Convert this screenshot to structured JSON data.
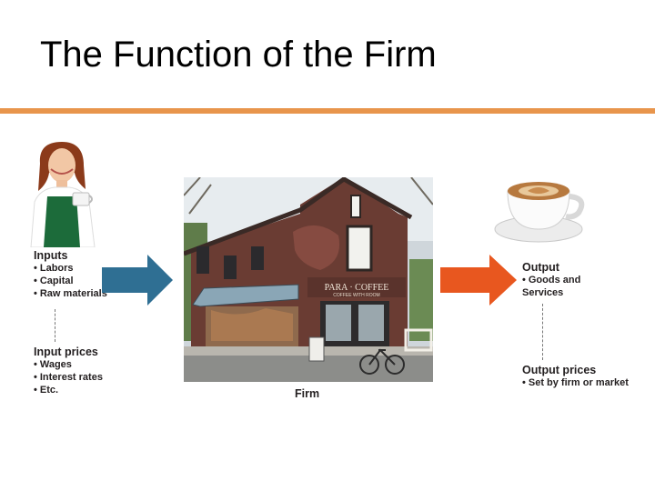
{
  "title": "The Function of the Firm",
  "colors": {
    "accent": "#e8954c",
    "input_arrow": "#2f6f93",
    "output_arrow": "#e8571f"
  },
  "inputs": {
    "heading": "Inputs",
    "items": [
      "Labors",
      "Capital",
      "Raw materials"
    ]
  },
  "input_prices": {
    "heading": "Input prices",
    "items": [
      "Wages",
      "Interest rates",
      "Etc."
    ]
  },
  "firm": {
    "caption": "Firm",
    "sign": "PARA · COFFEE",
    "subsign": "COFFEE WITH ROOM"
  },
  "output": {
    "heading": "Output",
    "items": [
      "Goods and Services"
    ]
  },
  "output_prices": {
    "heading": "Output prices",
    "items": [
      "Set by firm or market"
    ]
  },
  "icons": {
    "worker": "barista-person-icon",
    "input_arrow": "arrow-right-icon",
    "output_arrow": "arrow-right-icon",
    "cup": "coffee-cup-icon"
  }
}
